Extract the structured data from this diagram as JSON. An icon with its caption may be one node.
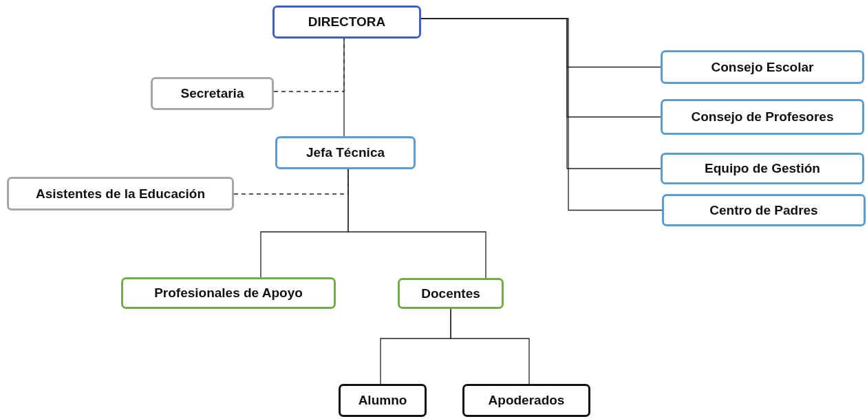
{
  "diagram": {
    "nodes": [
      {
        "text": [
          "DIRECTORA"
        ]
      },
      {
        "text": [
          "Secretaria"
        ]
      },
      {
        "text": [
          "Jefa Técnica"
        ]
      },
      {
        "text": [
          "Asistentes de la Educación"
        ]
      },
      {
        "text": [
          "Profesionales de Apoyo"
        ]
      },
      {
        "text": [
          "Docentes"
        ]
      },
      {
        "text": [
          "Alumno"
        ]
      },
      {
        "text": [
          "Apoderados"
        ]
      },
      {
        "text": [
          "Consejo Escolar"
        ]
      },
      {
        "text": [
          "Consejo de Profesores"
        ]
      },
      {
        "text": [
          "Equipo de Gestión"
        ]
      },
      {
        "text": [
          "Centro de Padres"
        ]
      }
    ],
    "edges": [
      {
        "from": 0,
        "to": 2,
        "arrow": "none"
      },
      {
        "from": 1,
        "to": 0,
        "arrow": "none",
        "style": "dashed"
      },
      {
        "from": 3,
        "to": 2,
        "arrow": "none",
        "style": "dashed"
      },
      {
        "from": 2,
        "to": 4,
        "arrow": "none"
      },
      {
        "from": 2,
        "to": 5,
        "arrow": "none"
      },
      {
        "from": 5,
        "to": 6,
        "arrow": "none"
      },
      {
        "from": 5,
        "to": 7,
        "arrow": "none"
      },
      {
        "from": 0,
        "to": 8,
        "arrow": "none"
      },
      {
        "from": 0,
        "to": 9,
        "arrow": "none"
      },
      {
        "from": 0,
        "to": 10,
        "arrow": "none"
      },
      {
        "from": 0,
        "to": 11,
        "arrow": "none"
      }
    ]
  }
}
